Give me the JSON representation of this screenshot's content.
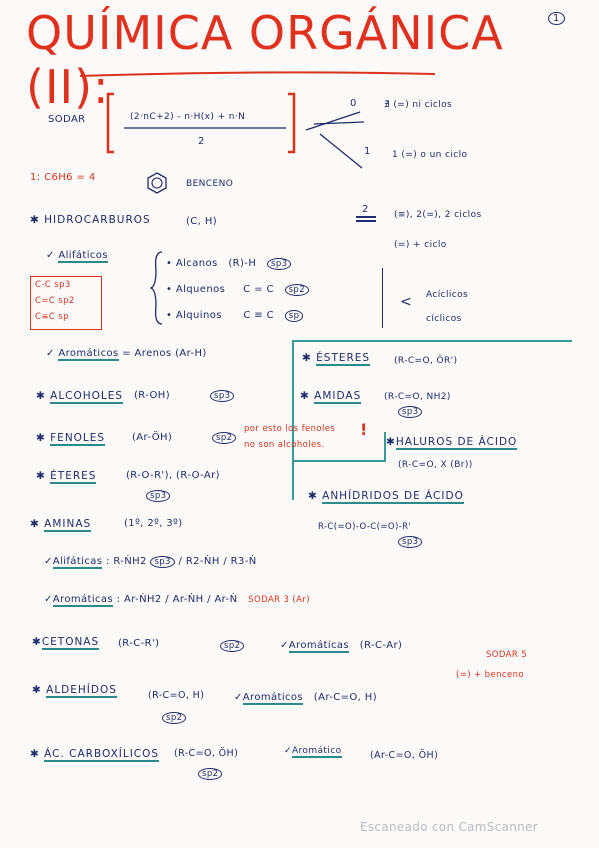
{
  "title": "QUÍMICA ORGÁNICA (II):",
  "page_mark": "1",
  "sodar": {
    "label": "SODAR",
    "numerator": "(2·nC+2) - n·H(x) + n·N",
    "denominator": "2",
    "results": [
      {
        "value": "0",
        "meaning": "∄ (=) ni ciclos"
      },
      {
        "value": "1",
        "meaning": "1 (=) o un ciclo"
      },
      {
        "value": "2",
        "meaning": "(≡), 2(=), 2 ciclos"
      },
      {
        "value": "",
        "meaning": "(=) + ciclo"
      }
    ]
  },
  "benzene": {
    "formula": "1: C6H6 = 4",
    "name": "BENCENO"
  },
  "hidrocarburos": {
    "heading": "HIDROCARBUROS",
    "formula": "(C, H)",
    "alifaticos_label": "Alifáticos",
    "items": [
      {
        "name": "Alcanos",
        "formula": "(R)-H",
        "hyb": "sp3"
      },
      {
        "name": "Alquenos",
        "formula": "C = C",
        "hyb": "sp2"
      },
      {
        "name": "Alquinos",
        "formula": "C ≡ C",
        "hyb": "sp"
      }
    ],
    "bond_box": [
      "C-C sp3",
      "C=C sp2",
      "C≡C sp"
    ],
    "ring_types": [
      "Acíclicos",
      "cíclicos"
    ],
    "aromaticos": {
      "label": "Aromáticos",
      "text": "= Arenos (Ar-H)"
    }
  },
  "alcoholes": {
    "heading": "ALCOHOLES",
    "formula": "(R-OH)",
    "hyb": "sp3"
  },
  "fenoles": {
    "heading": "FENOLES",
    "formula": "(Ar-ÖH)",
    "hyb": "sp2",
    "note_line1": "por esto los fenoles",
    "note_line2": "no son alcoholes.",
    "exclaim": "!"
  },
  "eteres": {
    "heading": "ÉTERES",
    "formula": "(R-O-R'), (R-O-Ar)",
    "hyb": "sp3"
  },
  "aminas": {
    "heading": "AMINAS",
    "grades": "(1º, 2º, 3º)",
    "alifaticas_label": "Alifáticas",
    "alifaticas": ": R-ṄH2",
    "alifaticas_hyb": "sp3",
    "alifaticas_rest": "/ R2-ṄH / R3-Ṅ",
    "aromaticas_label": "Aromáticas",
    "aromaticas": ": Ar-ṄH2 / Ar-ṄH / Ar-Ṅ",
    "aromaticas_note": "SODAR 3 (Ar)"
  },
  "right_col": {
    "esteres": {
      "heading": "ÉSTERES",
      "formula": "(R-C=O, ÖR')"
    },
    "amidas": {
      "heading": "AMIDAS",
      "formula": "(R-C=O, NH2)",
      "hyb": "sp3"
    },
    "haluros": {
      "heading": "HALUROS DE ÁCIDO",
      "formula": "(R-C=O, X (Br))"
    },
    "anhidridos": {
      "heading": "ANHÍDRIDOS DE ÁCIDO",
      "formula": "R-C(=O)-O-C(=O)-R'",
      "hyb": "sp3"
    }
  },
  "cetonas": {
    "heading": "CETONAS",
    "formula": "(R-C-R')",
    "hyb": "sp2",
    "aromaticas_label": "Aromáticas",
    "aromaticas": "(R-C-Ar)",
    "note1": "SODAR 5",
    "note2": "(=) + benceno"
  },
  "aldehidos": {
    "heading": "ALDEHÍDOS",
    "formula": "(R-C=O, H)",
    "hyb": "sp2",
    "aromaticos_label": "Aromáticos",
    "aromaticos": "(Ar-C=O, H)"
  },
  "acidos": {
    "heading": "ÁC. CARBOXÍLICOS",
    "formula": "(R-C=O, ÖH)",
    "hyb": "sp2",
    "aromatico_label": "Aromático",
    "aromatico": "(Ar-C=O, ÖH)"
  },
  "footer": "Escaneado con CamScanner",
  "colors": {
    "ink": "#1f2b6a",
    "red": "#d8321f",
    "teal": "#2e8a8a",
    "paper": "#fbfaf8"
  }
}
